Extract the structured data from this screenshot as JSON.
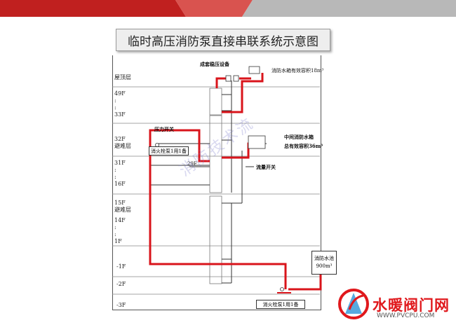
{
  "title": "临时高压消防泵直接串联系统示意图",
  "floors": [
    "屋顶层",
    "49F\n:\n:\n33F",
    "32F\n避难层",
    "31F\n:\n:\n16F",
    "15F\n避难层",
    "14F\n:\n:\n1F",
    "-1F",
    "-2F",
    "-3F"
  ],
  "labels": {
    "roof_device": "成套稳压设备",
    "roof_tank": "消防水箱有效容积18m³",
    "pressure_switch": "压力开关",
    "mid_pump": "消火栓泵1用1备",
    "mid_tank_line1": "中间消防水箱",
    "mid_tank_line2": "总有效容积36m³",
    "floor_29f": "29F",
    "flow_switch": "流量开关",
    "pool_line1": "消防水池",
    "pool_line2": "900m³",
    "bottom_pump": "消火栓泵1用1备"
  },
  "watermark": "消防技术流",
  "logo": {
    "name": "水暖阀门网",
    "url": "WWW.PVCPU.COM"
  },
  "colors": {
    "pipe": "#d9141b",
    "line": "#333333",
    "banner_red": "#c0201f",
    "banner_gray": "#b8b8b8"
  }
}
